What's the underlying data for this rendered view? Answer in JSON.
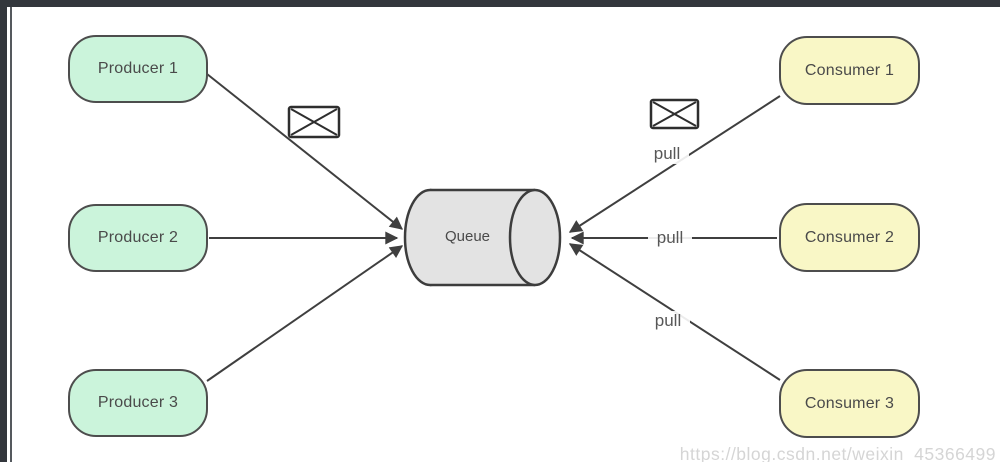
{
  "diagram": {
    "producers": [
      {
        "label": "Producer 1"
      },
      {
        "label": "Producer 2"
      },
      {
        "label": "Producer 3"
      }
    ],
    "queue": {
      "label": "Queue"
    },
    "consumers": [
      {
        "label": "Consumer 1"
      },
      {
        "label": "Consumer 2"
      },
      {
        "label": "Consumer 3"
      }
    ],
    "edge_labels": {
      "consumer1": "pull",
      "consumer2": "pull",
      "consumer3": "pull"
    },
    "icons": {
      "producer_message": "envelope-icon",
      "consumer_message": "envelope-icon"
    },
    "colors": {
      "producer_fill": "#cbf4db",
      "consumer_fill": "#f9f7c6",
      "queue_fill": "#e3e3e3",
      "node_border": "#4d4d4d",
      "edge_line": "#3f3f3f",
      "frame_bar": "#33373c",
      "watermark_text": "#d5d5d5"
    },
    "watermark": "https://blog.csdn.net/weixin_45366499"
  }
}
